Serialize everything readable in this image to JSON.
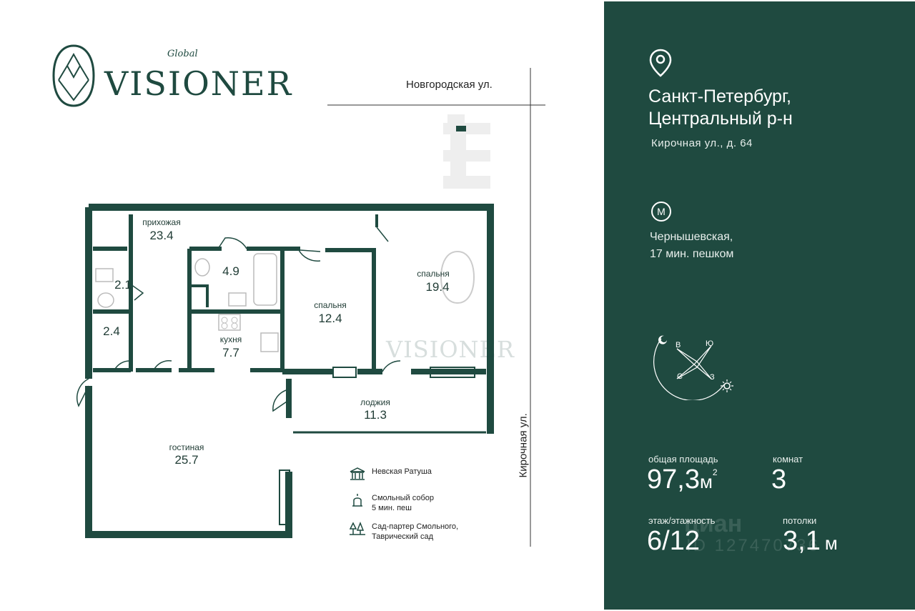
{
  "brand": {
    "script": "Global",
    "name": "VISIONER"
  },
  "streets": {
    "top": "Новгородская ул.",
    "side": "Кирочная ул."
  },
  "rooms": [
    {
      "label": "прихожая",
      "area": "23.4"
    },
    {
      "label": "",
      "area": "4.9"
    },
    {
      "label": "",
      "area": "2.1"
    },
    {
      "label": "",
      "area": "2.4"
    },
    {
      "label": "кухня",
      "area": "7.7"
    },
    {
      "label": "спальня",
      "area": "12.4"
    },
    {
      "label": "спальня",
      "area": "19.4"
    },
    {
      "label": "лоджия",
      "area": "11.3"
    },
    {
      "label": "гостиная",
      "area": "25.7"
    }
  ],
  "legend": [
    {
      "icon": "town-hall-icon",
      "text": "Невская Ратуша"
    },
    {
      "icon": "cathedral-icon",
      "text": "Смольный собор",
      "sub": "5 мин. пеш"
    },
    {
      "icon": "trees-icon",
      "text": "Сад-партер Смольного,",
      "sub": "Таврический сад"
    }
  ],
  "plan_watermark": "VISIONER",
  "panel": {
    "city_line1": "Санкт-Петербург,",
    "city_line2": "Центральный р-н",
    "address": "Кирочная ул., д. 64",
    "metro_icon_letter": "М",
    "metro_line1": "Чернышевская,",
    "metro_line2": "17 мин. пешком",
    "compass": {
      "n": "С",
      "s": "Ю",
      "e": "В",
      "w": "З"
    },
    "total_area_label": "общая площадь",
    "total_area_value": "97,3",
    "total_area_unit": "м",
    "total_area_sup": "2",
    "rooms_label": "комнат",
    "rooms_value": "3",
    "floor_label": "этаж/этажность",
    "floor_value": "6/12",
    "ceiling_label": "потолки",
    "ceiling_value": "3,1",
    "ceiling_unit": "м",
    "watermark": "циан",
    "watermark_id": "ID 127470736"
  },
  "colors": {
    "brand": "#1f4a40",
    "wall": "#1f4a40"
  }
}
